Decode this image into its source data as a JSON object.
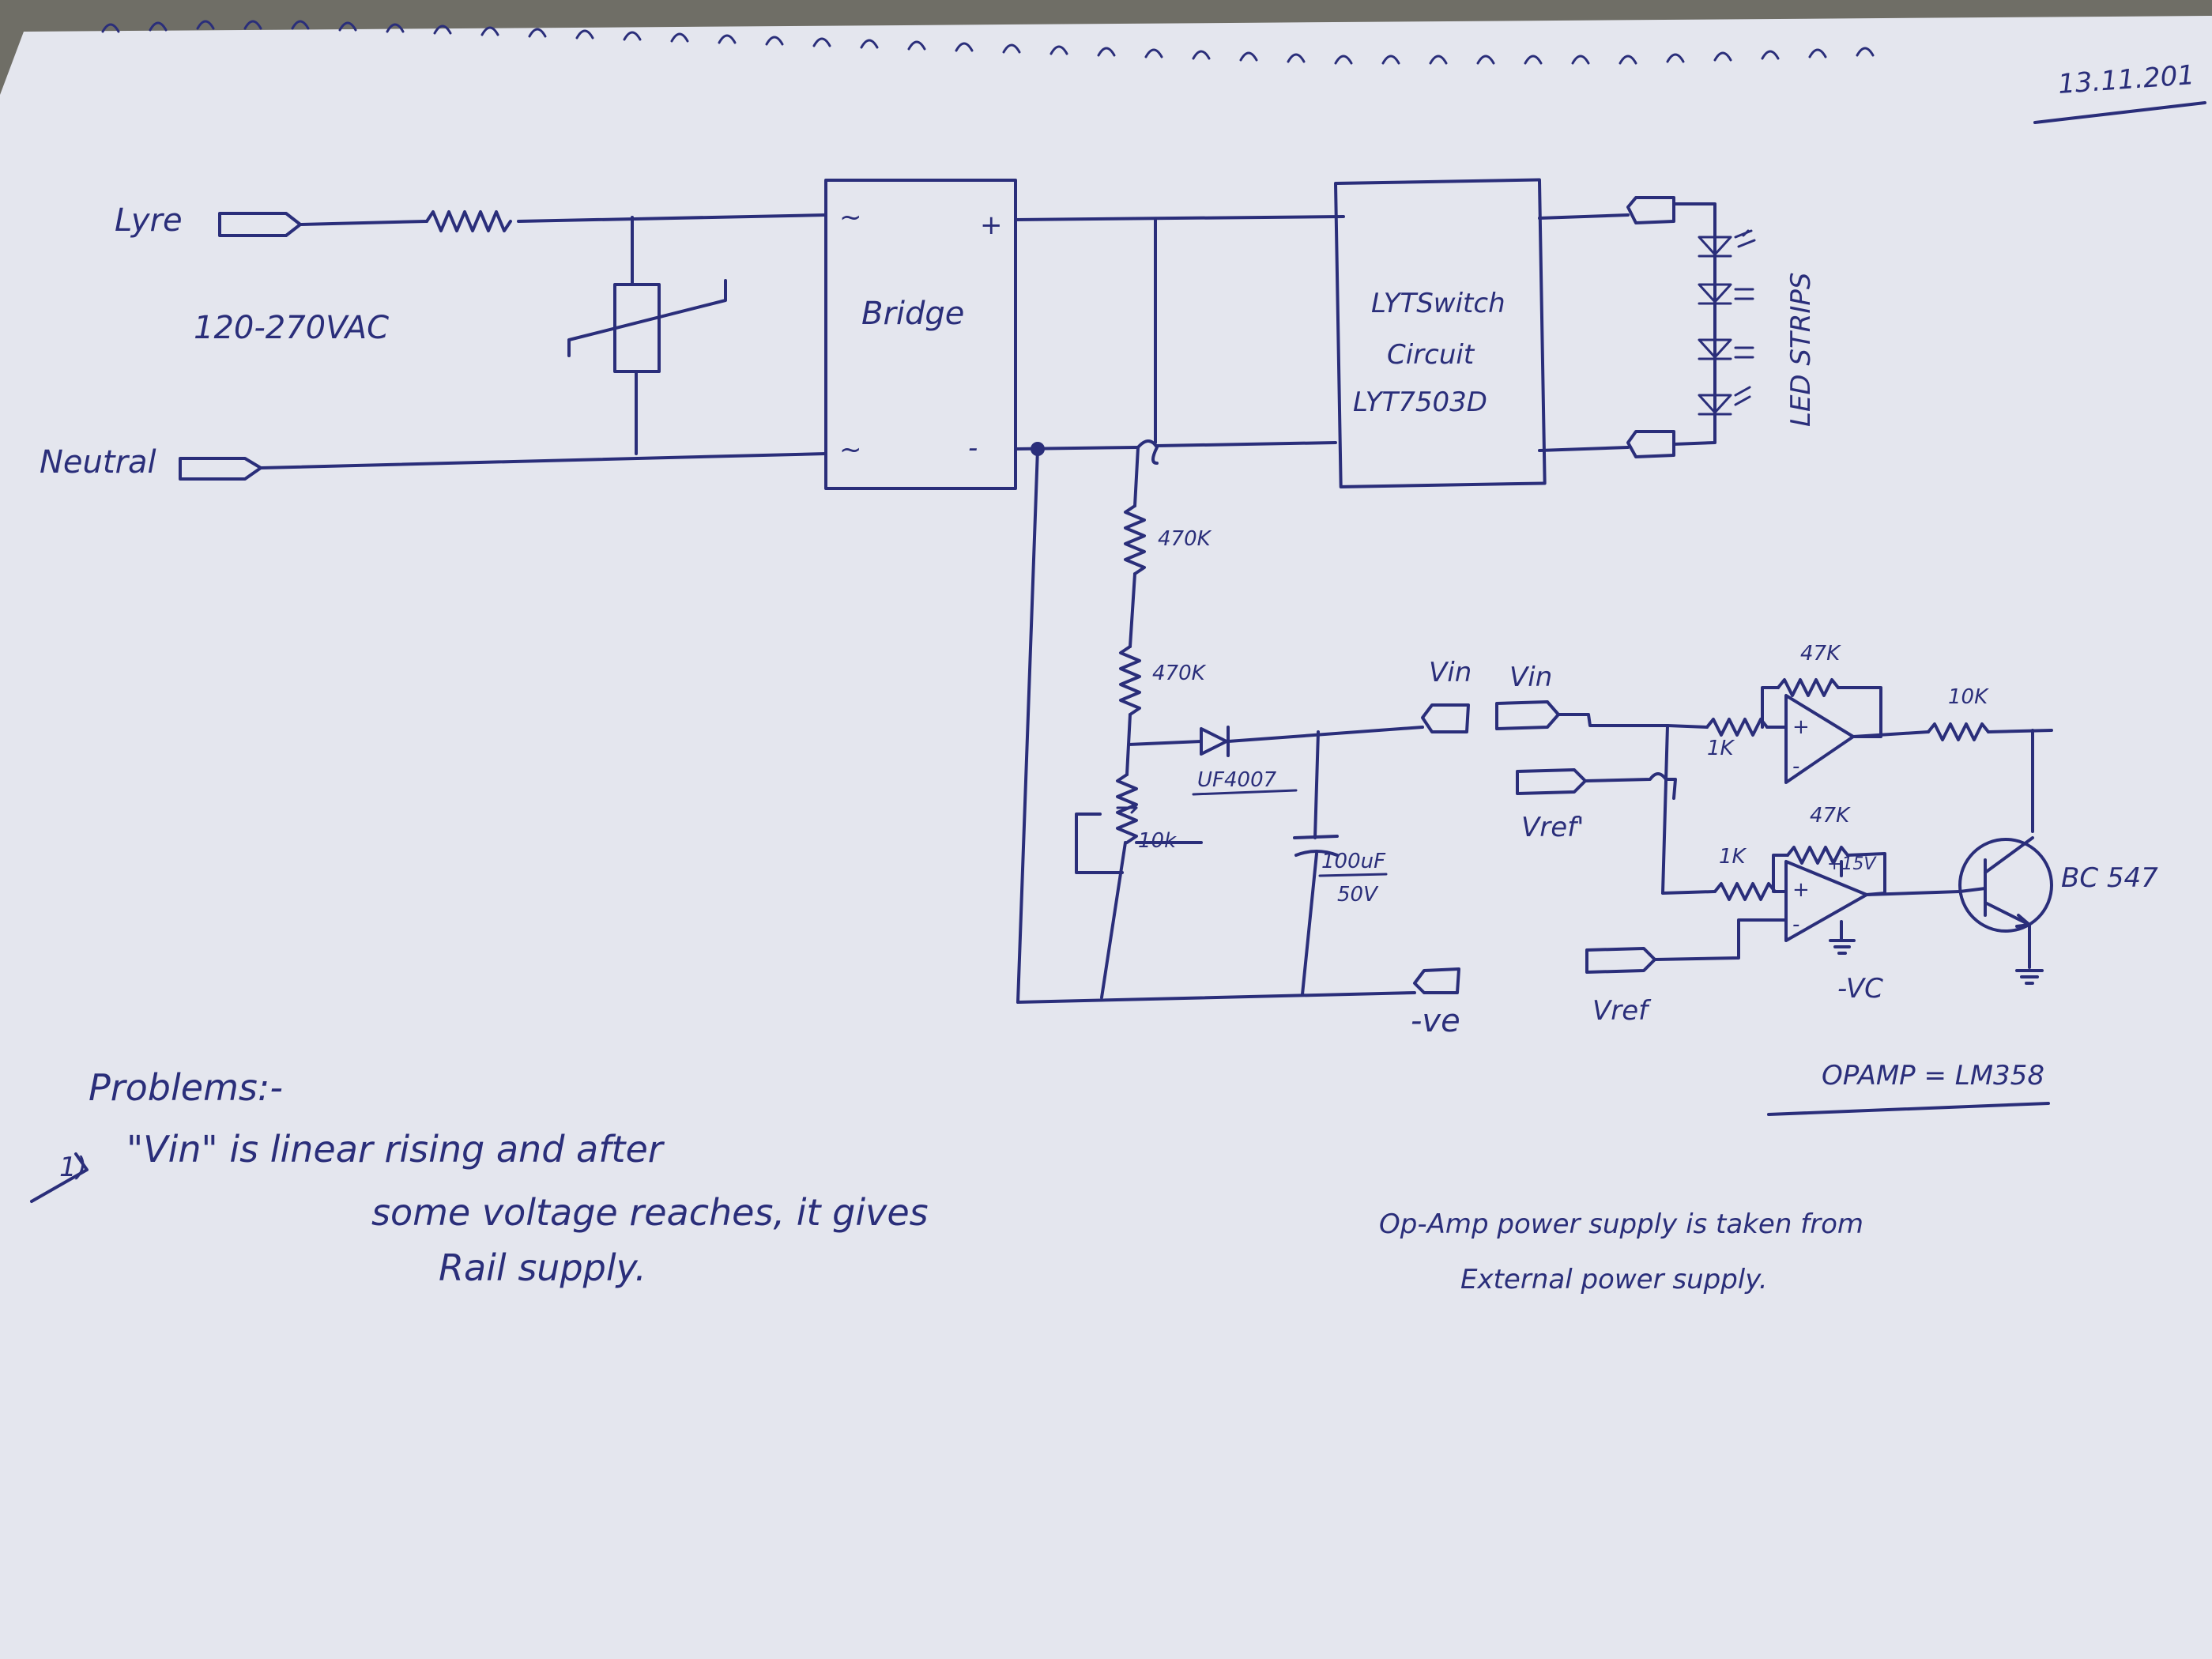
{
  "page": {
    "date": "13.11.201",
    "paper_color": "#e4e6ee",
    "ink_color": "#2a2e7a"
  },
  "circuit": {
    "line_label": "Lyre",
    "neutral_label": "Neutral",
    "ac_input_label": "120-270VAC",
    "bridge": {
      "label": "Bridge",
      "ac_top": "~",
      "ac_bottom": "~",
      "plus": "+",
      "minus": "-"
    },
    "switch_block": {
      "line1": "LYTSwitch",
      "line2": "Circuit",
      "line3": "LYT7503D"
    },
    "led_label": "LED STRIPS",
    "divider": {
      "r1": "470K",
      "r2": "470K",
      "pot": "10k"
    },
    "diode": "UF4007",
    "capacitor": {
      "value": "100uF",
      "voltage": "50V"
    },
    "vin_out": "Vin",
    "vin_in": "Vin",
    "ground_out": "-ve",
    "vref_prime": "Vref'",
    "vref": "Vref",
    "opamp1": {
      "rin": "1K",
      "rf": "47K"
    },
    "opamp2": {
      "rin": "1K",
      "rf": "47K",
      "supply": "+15V",
      "neg": "-VC"
    },
    "output_resistor": "10K",
    "transistor": "BC 547",
    "opamp_part": "OPAMP = LM358"
  },
  "notes": {
    "title": "Problems:-",
    "item_marker": "1)",
    "line1": "\"Vin\" is linear rising and after",
    "line2": "some voltage reaches, it gives",
    "line3": "Rail supply.",
    "side_line1": "Op-Amp power supply is taken from",
    "side_line2": "External power supply."
  }
}
